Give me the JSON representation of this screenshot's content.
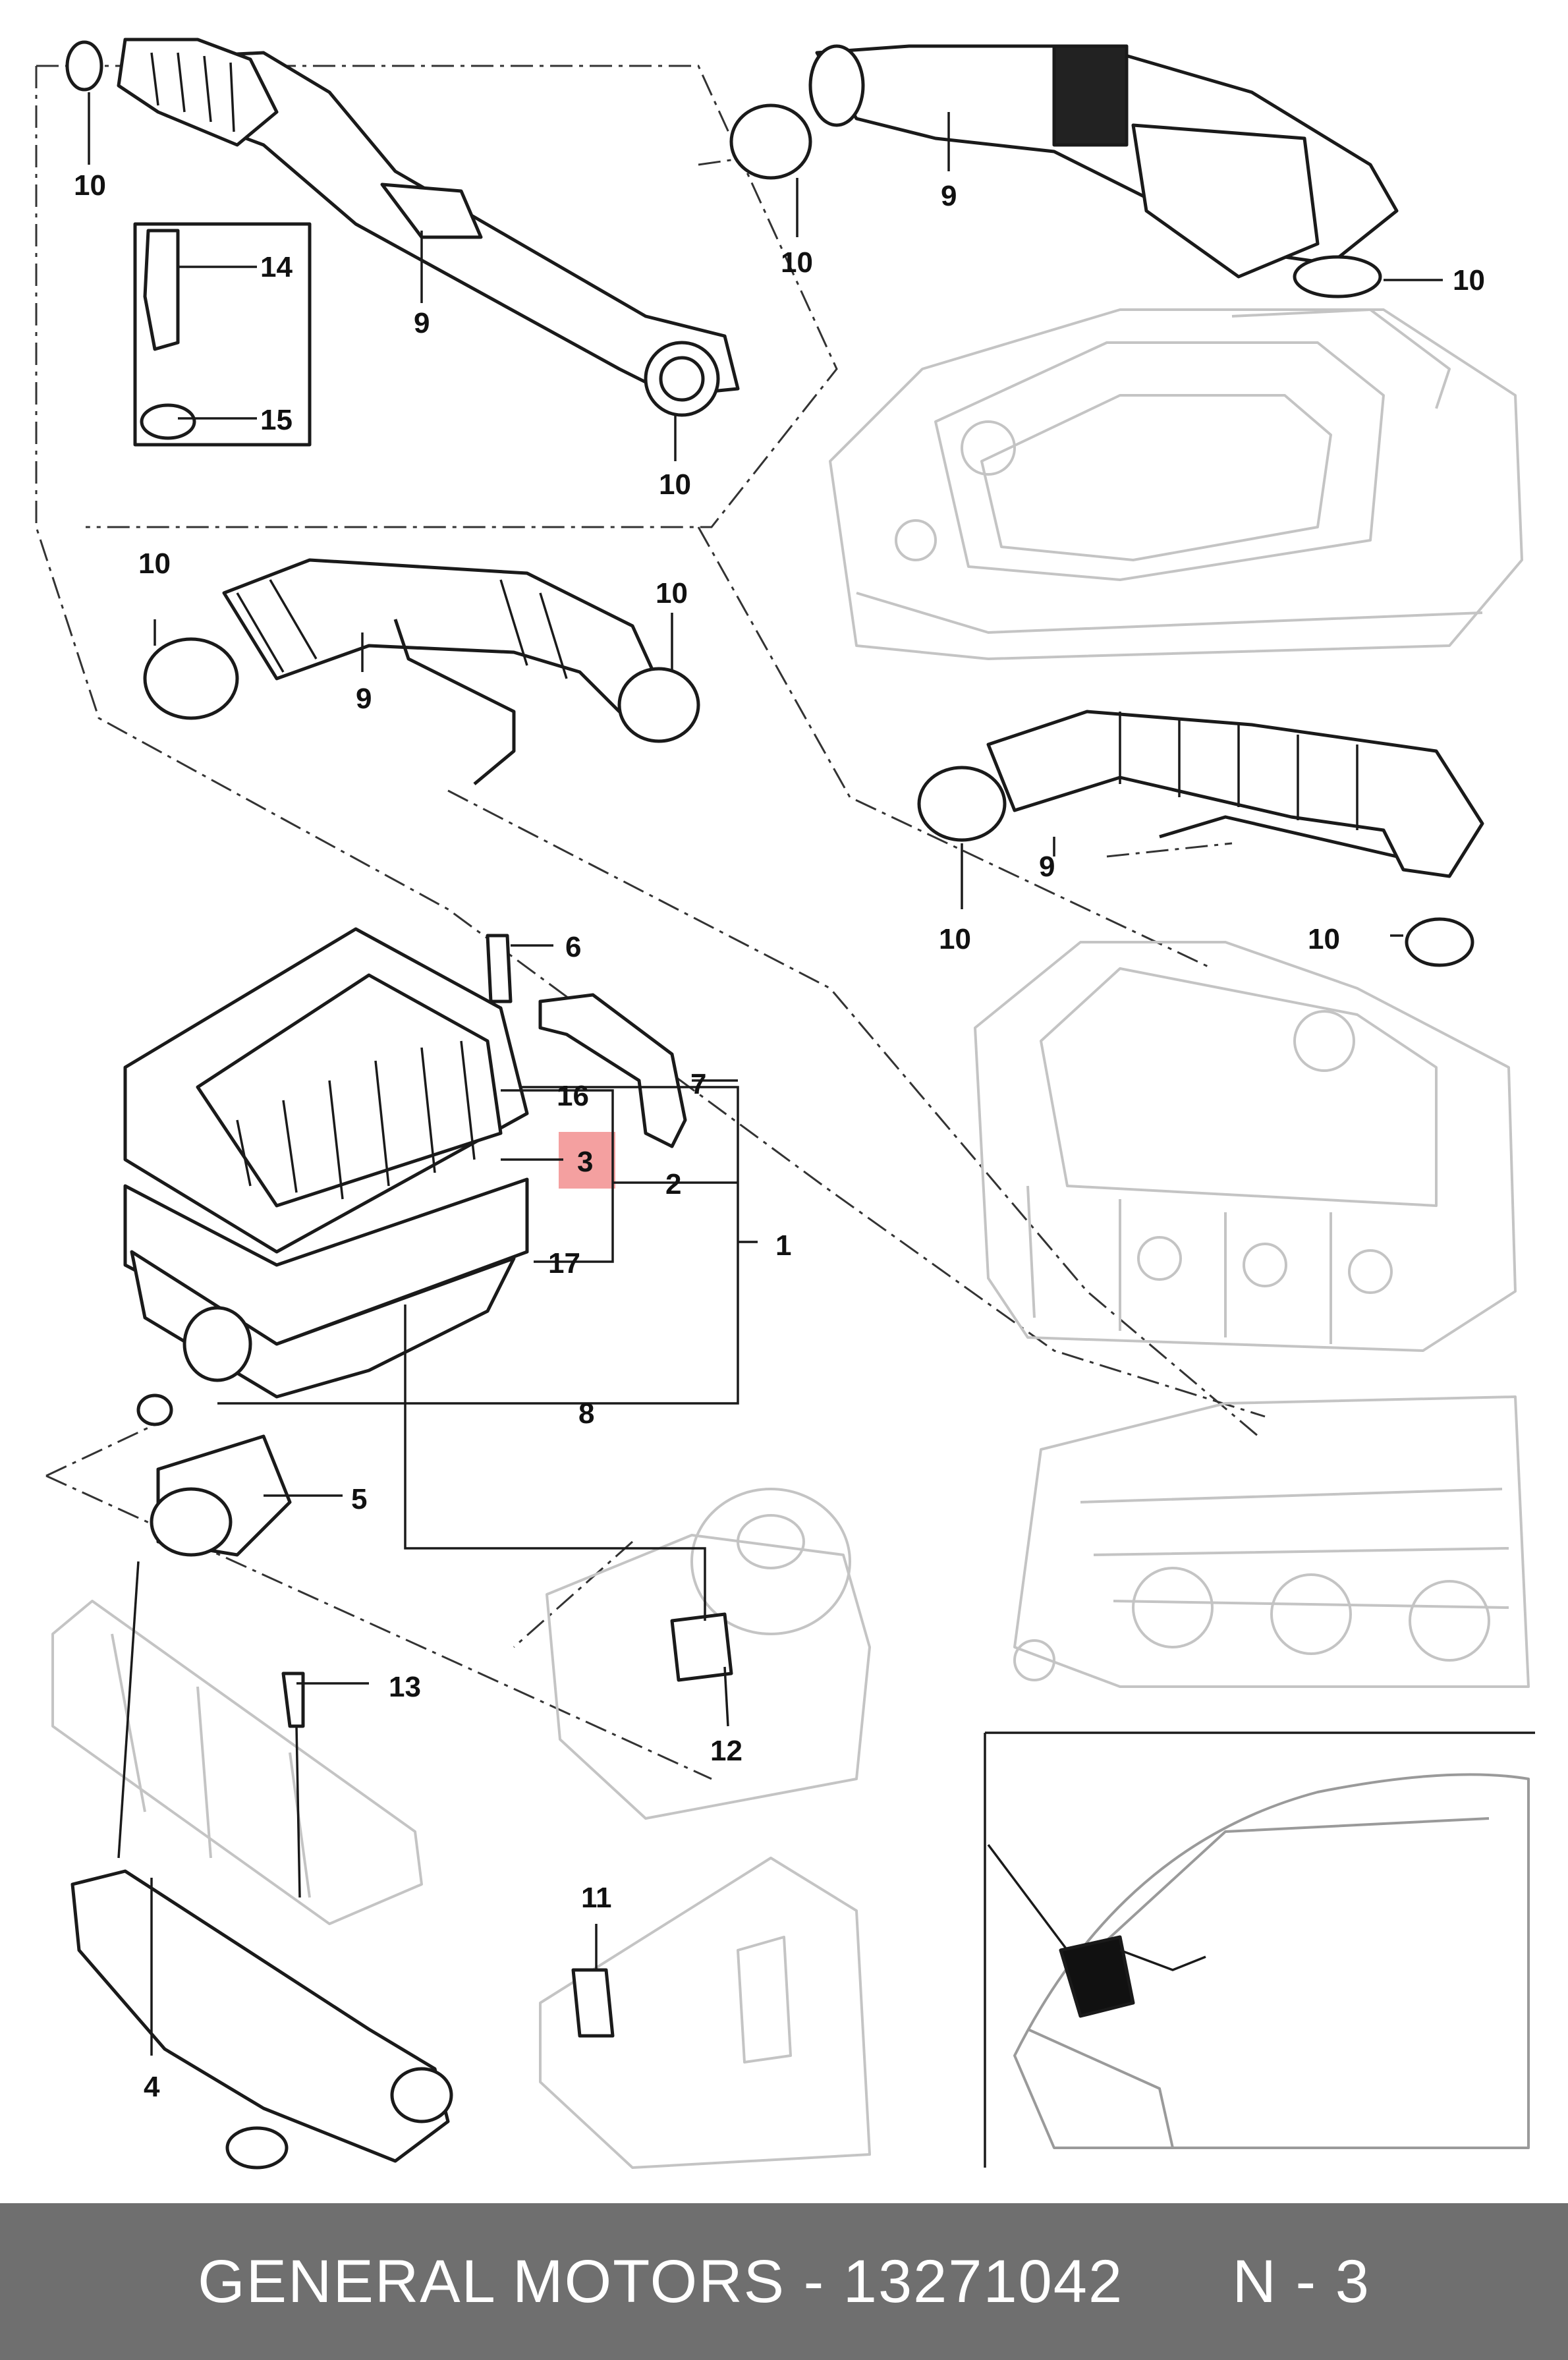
{
  "callouts": {
    "c1": "1",
    "c2": "2",
    "c3": "3",
    "c4": "4",
    "c5": "5",
    "c6": "6",
    "c7": "7",
    "c8": "8",
    "c9": "9",
    "c10": "10",
    "c11": "11",
    "c12": "12",
    "c13": "13",
    "c14": "14",
    "c15": "15",
    "c16": "16",
    "c17": "17"
  },
  "highlight_color": "#f4a0a0",
  "footer": {
    "brand_part": "GENERAL MOTORS - 13271042",
    "page_ref": "N - 3"
  }
}
